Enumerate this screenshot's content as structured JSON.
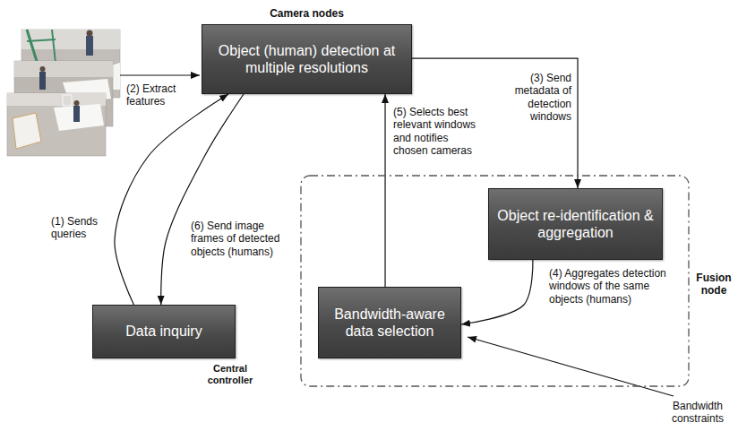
{
  "diagram": {
    "nodes": [
      {
        "text": [
          "Camera nodes",
          "Object (human) detection at multiple resolutions"
        ]
      },
      {
        "text": [
          "Fusion node"
        ]
      },
      {
        "text": [
          "Object re-identification & aggregation"
        ],
        "in": 1
      },
      {
        "text": [
          "Bandwidth-aware data selection"
        ],
        "in": 1
      },
      {
        "text": [
          "Data inquiry",
          "Central controller"
        ]
      }
    ],
    "edges": [
      {
        "from": 4,
        "to": 0,
        "arrow": "to",
        "label": "(1) Sends queries"
      },
      {
        "from": 0,
        "to": 2,
        "arrow": "to",
        "label": "(3) Send metadata of detection windows"
      },
      {
        "from": 2,
        "to": 3,
        "arrow": "to",
        "label": "(4) Aggregates detection windows of the same objects (humans)"
      },
      {
        "from": 3,
        "to": 0,
        "arrow": "to",
        "label": "(5) Selects best relevant windows and notifies chosen cameras"
      },
      {
        "from": 0,
        "to": 4,
        "arrow": "to",
        "label": "(6) Send image frames of detected objects (humans)"
      }
    ],
    "labels": [
      "(2) Extract features",
      "Bandwidth constraints"
    ]
  }
}
